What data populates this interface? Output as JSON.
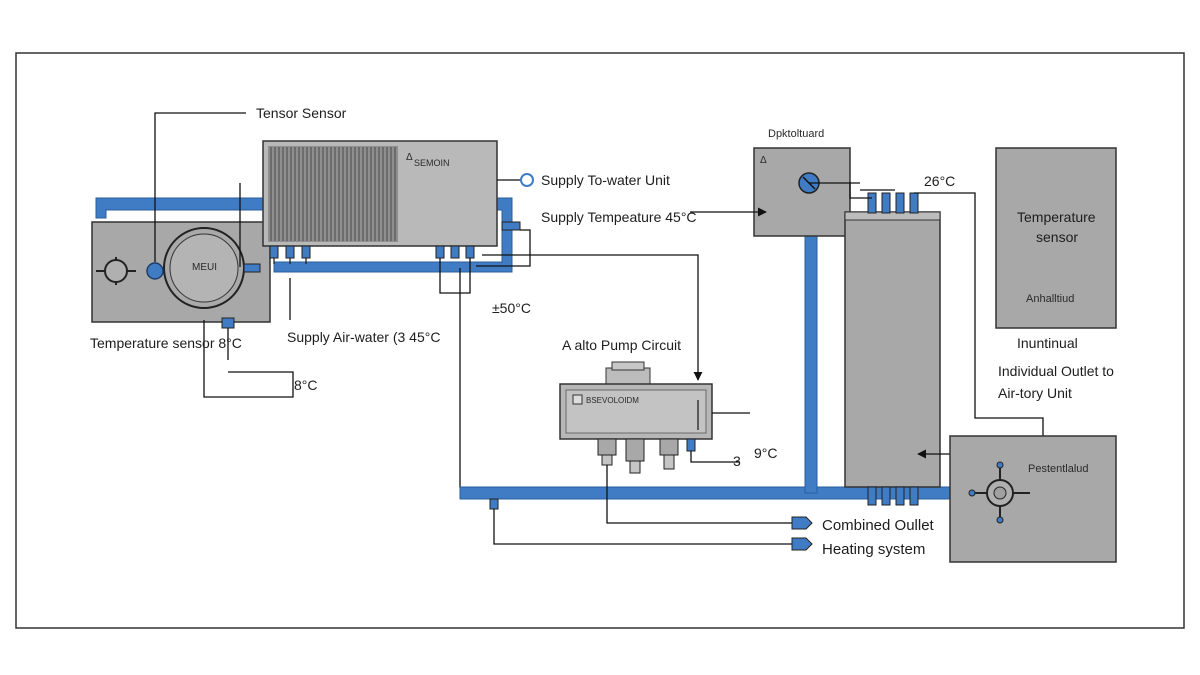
{
  "labels": {
    "tensor_sensor": "Tensor Sensor",
    "supply_to_water_unit": "Supply To-water Unit",
    "supply_temperature": "Supply Tempeature 45°C",
    "temperature_sensor_left": "Temperature sensor 8°C",
    "supply_air_water": "Supply Air-water (3 45°C",
    "temp_8c_left": "8°C",
    "temp_50c": "±50°C",
    "auto_pump_circuit": "A alto Pump Circuit",
    "temp_9c": "9°C",
    "temp_3": "3",
    "combined_outlet": "Combined Oullet",
    "heating_system": "Heating system",
    "dpktoltuard": "Dpktoltuard",
    "temp_26c": "26°C",
    "temperature_sensor_right_1": "Temperature",
    "temperature_sensor_right_2": "sensor",
    "anhaltiud": "Anhalltiud",
    "inuntiaual": "Inuntinual",
    "individual_outlet_1": "Individual Outlet to",
    "individual_outlet_2": "Air-tory Unit",
    "pestentiud": "Pestentlalud"
  },
  "device_text": {
    "outdoor_unit_marker": "Δ",
    "outdoor_unit_brand": "SEMOIN",
    "motor_label": "MEUI",
    "pump_display": "BSEVOLOIDM",
    "controller_marker": "Δ"
  },
  "colors": {
    "pipe_blue": "#3f7cc4",
    "unit_grey": "#a8a8a8",
    "line_black": "#111111"
  }
}
